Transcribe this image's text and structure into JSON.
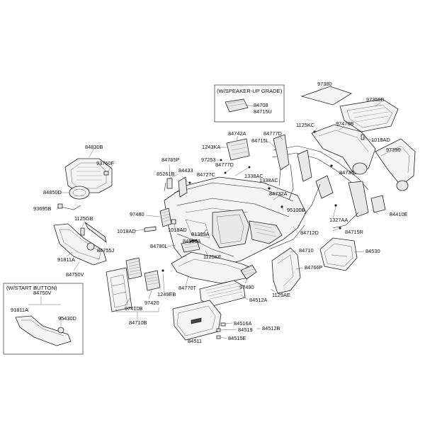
{
  "labels": {
    "l97380": "97380",
    "l97350B": "97350B",
    "l1125KC": "1125KC",
    "l97470B": "97470B",
    "l1018AD_r": "1018AD",
    "l97390": "97390",
    "l84777D": "84777D",
    "l84742A": "84742A",
    "l1243KA": "1243KA",
    "l84715L": "84715L",
    "l97253": "97253",
    "l84777D_2": "84777D",
    "l84727C": "84727C",
    "l1338AC": "1338AC",
    "l84730": "84730",
    "l1338AC_2": "1338AC",
    "l84830B": "84830B",
    "l93760F": "93760F",
    "l84765P": "84765P",
    "l85261B": "85261B",
    "l84433": "84433",
    "l84850D": "84850D",
    "l84732A": "84732A",
    "l95100B": "95100B",
    "l1327AA": "1327AA",
    "l84410E": "84410E",
    "l93695B": "93695B",
    "l1125GB": "1125GB",
    "l97480": "97480",
    "l84715R": "84715R",
    "l1018AD_l": "1018AD",
    "l1018AD_m": "1018AD",
    "l81389A": "81389A",
    "l84712D": "84712D",
    "l84755J": "84755J",
    "l84780L": "84780L",
    "l84550A": "84550A",
    "l84710": "84710",
    "l84530": "84530",
    "l91811A": "91811A",
    "l1125KF": "1125KF",
    "l84766P": "84766P",
    "l84750V": "84750V",
    "l84770T": "84770T",
    "l97490": "97490",
    "l1129AE": "1129AE",
    "l1249EB": "1249EB",
    "l97410B": "97410B",
    "l97420": "97420",
    "l84512A": "84512A",
    "l84710B": "84710B",
    "l84516A": "84516A",
    "l84519": "84519",
    "l84512B": "84512B",
    "l84511": "84511",
    "l84515E": "84515E",
    "s84750V": "84750V",
    "s91811A": "91811A",
    "s95430D": "95430D",
    "l84708": "84708",
    "l84715U": "84715U"
  },
  "notes": {
    "speaker_title": "(W/SPEAKER-UP GRADE)",
    "start_title": "(W/START BUTTON)"
  }
}
